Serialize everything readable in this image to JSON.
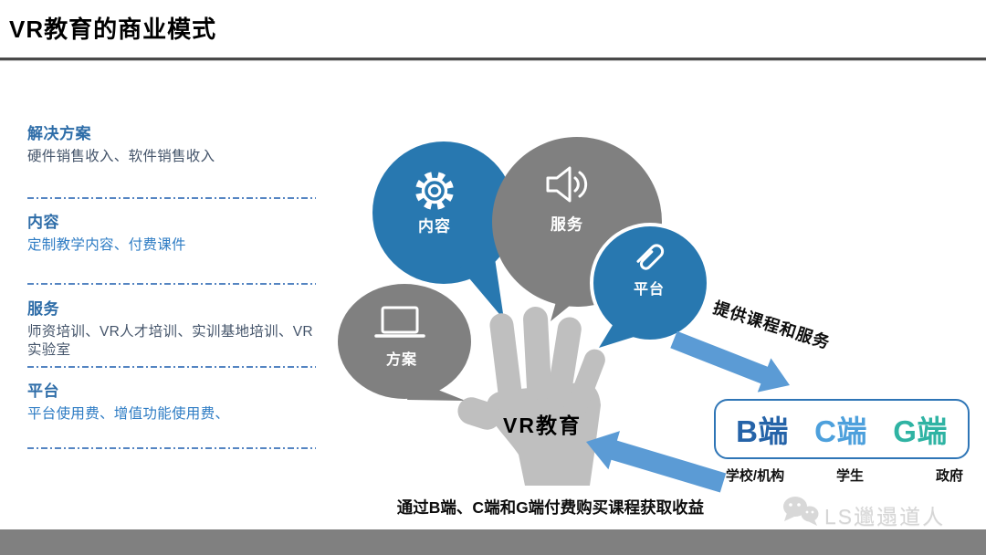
{
  "title": "VR教育的商业模式",
  "left": {
    "sections": [
      {
        "heading": "解决方案",
        "body": "硬件销售收入、软件销售收入"
      },
      {
        "heading": "内容",
        "body": "定制教学内容、付费课件"
      },
      {
        "heading": "服务",
        "body": "师资培训、VR人才培训、实训基地培训、VR实验室"
      },
      {
        "heading": "平台",
        "body": "平台使用费、增值功能使用费、"
      }
    ]
  },
  "bubbles": [
    {
      "label": "内容",
      "icon": "gear-icon",
      "color": "#2878B0"
    },
    {
      "label": "服务",
      "icon": "speaker-icon",
      "color": "#808080"
    },
    {
      "label": "平台",
      "icon": "paperclip-icon",
      "color": "#2878B0"
    },
    {
      "label": "方案",
      "icon": "laptop-icon",
      "color": "#808080"
    }
  ],
  "hand_label": "VR教育",
  "flows": {
    "provide": "提供课程和服务",
    "pay": "通过B端、C端和G端付费购买课程获取收益"
  },
  "segments": {
    "box": [
      {
        "label": "B端",
        "sub": "学校/机构",
        "color": "#2563A8"
      },
      {
        "label": "C端",
        "sub": "学生",
        "color": "#4DA0DC"
      },
      {
        "label": "G端",
        "sub": "政府",
        "color": "#2FB3A3"
      }
    ]
  },
  "watermark": {
    "text": "LS邋遢道人",
    "icon": "wechat-bubbles-icon"
  },
  "colors": {
    "bubble_blue": "#2878B0",
    "bubble_gray": "#808080",
    "hand_gray": "#BFBFBF",
    "arrow_blue": "#5B9BD5",
    "heading_blue": "#2E6DA8",
    "body_blue": "#2E7CC4",
    "body_dark": "#44546A",
    "box_border": "#2E75B6",
    "bottom_bar": "#808080"
  }
}
